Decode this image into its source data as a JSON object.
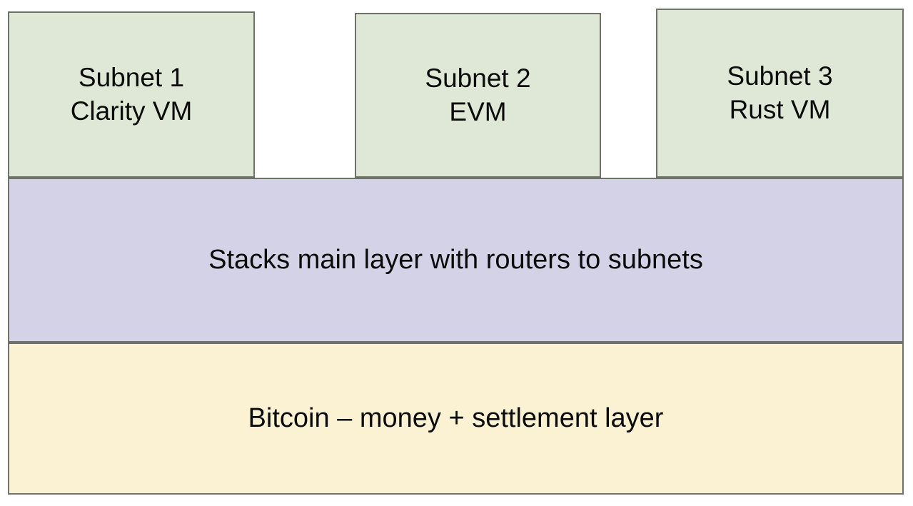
{
  "diagram": {
    "type": "layered-architecture-stack",
    "background_color": "#ffffff",
    "border_color": "#6e7268",
    "text_color": "#0b0b0b",
    "layers": [
      {
        "id": "subnets",
        "role": "top-row",
        "fill_color": "#dfe8d7",
        "nodes": [
          {
            "id": "subnet-1",
            "line1": "Subnet 1",
            "line2": "Clarity VM"
          },
          {
            "id": "subnet-2",
            "line1": "Subnet 2",
            "line2": "EVM"
          },
          {
            "id": "subnet-3",
            "line1": "Subnet 3",
            "line2": "Rust VM"
          }
        ]
      },
      {
        "id": "stacks-layer",
        "role": "middle-band",
        "fill_color": "#d4d2e6",
        "label": "Stacks main layer with routers to subnets"
      },
      {
        "id": "bitcoin-layer",
        "role": "base-band",
        "fill_color": "#faf2d3",
        "label": "Bitcoin – money + settlement layer"
      }
    ]
  }
}
